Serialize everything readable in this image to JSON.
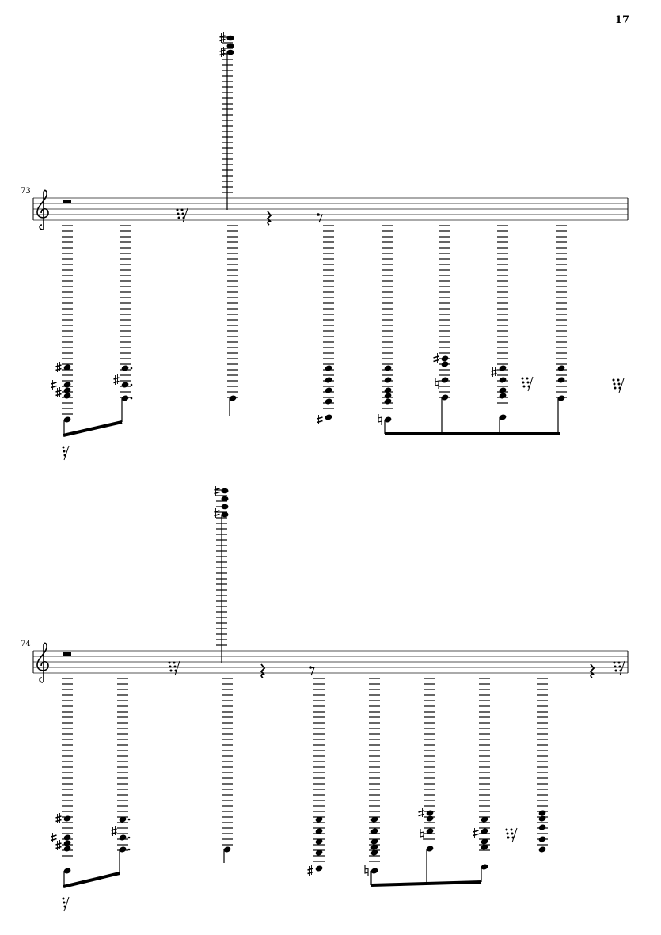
{
  "page_number": "17",
  "systems": [
    {
      "measure_number": "73"
    },
    {
      "measure_number": "74"
    }
  ],
  "colors": {
    "ink": "#000000",
    "staff": "#555555"
  }
}
